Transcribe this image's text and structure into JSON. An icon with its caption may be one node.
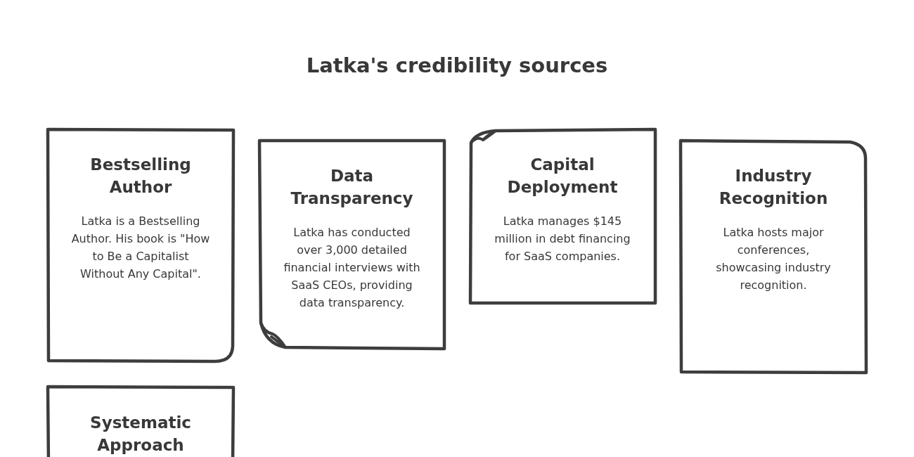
{
  "diagram": {
    "title": "Latka's credibility sources",
    "nodes": [
      {
        "text": [
          "Bestselling Author",
          "Latka is a Bestselling Author. His book is \"How to Be a Capitalist Without Any Capital\"."
        ]
      },
      {
        "text": [
          "Data Transparency",
          "Latka has conducted over 3,000 detailed financial interviews with SaaS CEOs, providing data transparency."
        ]
      },
      {
        "text": [
          "Capital Deployment",
          "Latka manages $145 million in debt financing for SaaS companies."
        ]
      },
      {
        "text": [
          "Industry Recognition",
          "Latka hosts major conferences, showcasing industry recognition."
        ]
      },
      {
        "text": [
          "Systematic Approach"
        ]
      }
    ]
  }
}
